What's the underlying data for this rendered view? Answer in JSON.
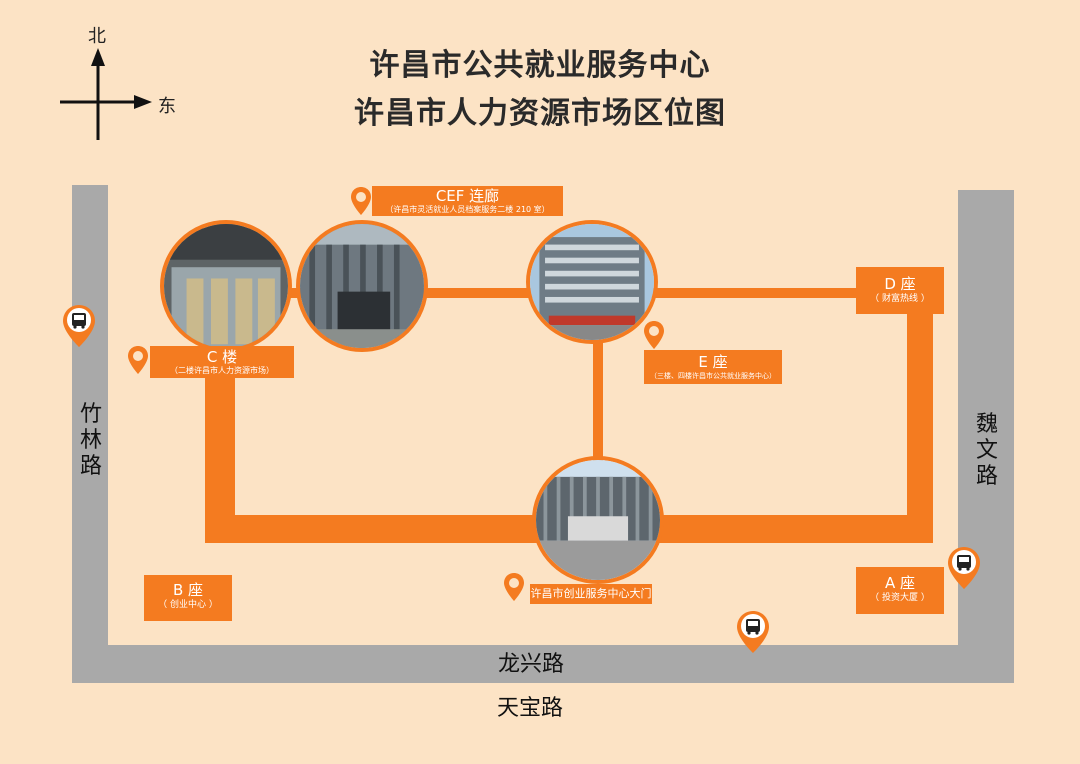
{
  "compass": {
    "north": "北",
    "east": "东"
  },
  "title": {
    "line1": "许昌市公共就业服务中心",
    "line2": "许昌市人力资源市场区位图"
  },
  "roads": {
    "west": "竹林路",
    "east": "魏文路",
    "south_inner": "龙兴路",
    "south_outer": "天宝路"
  },
  "locations": {
    "cef": {
      "name": "CEF 连廊",
      "sub": "（许昌市灵活就业人员档案服务二楼 210 室）"
    },
    "c": {
      "name": "C 楼",
      "sub": "（二楼许昌市人力资源市场）"
    },
    "d": {
      "name": "D 座",
      "sub": "（ 财富热线 ）"
    },
    "e": {
      "name": "E 座",
      "sub": "（三楼、四楼许昌市公共就业服务中心）"
    },
    "gate": {
      "name": "许昌市创业服务中心大门"
    },
    "b": {
      "name": "B 座",
      "sub": "（ 创业中心 ）"
    },
    "a": {
      "name": "A 座",
      "sub": "（ 投资大厦 ）"
    }
  },
  "icons": {
    "location_pin": "location-pin-icon",
    "bus_stop": "bus-stop-icon",
    "compass": "compass-arrows-icon"
  },
  "colors": {
    "background": "#fce3c5",
    "accent": "#f47b20",
    "road": "#a9a9a9"
  }
}
